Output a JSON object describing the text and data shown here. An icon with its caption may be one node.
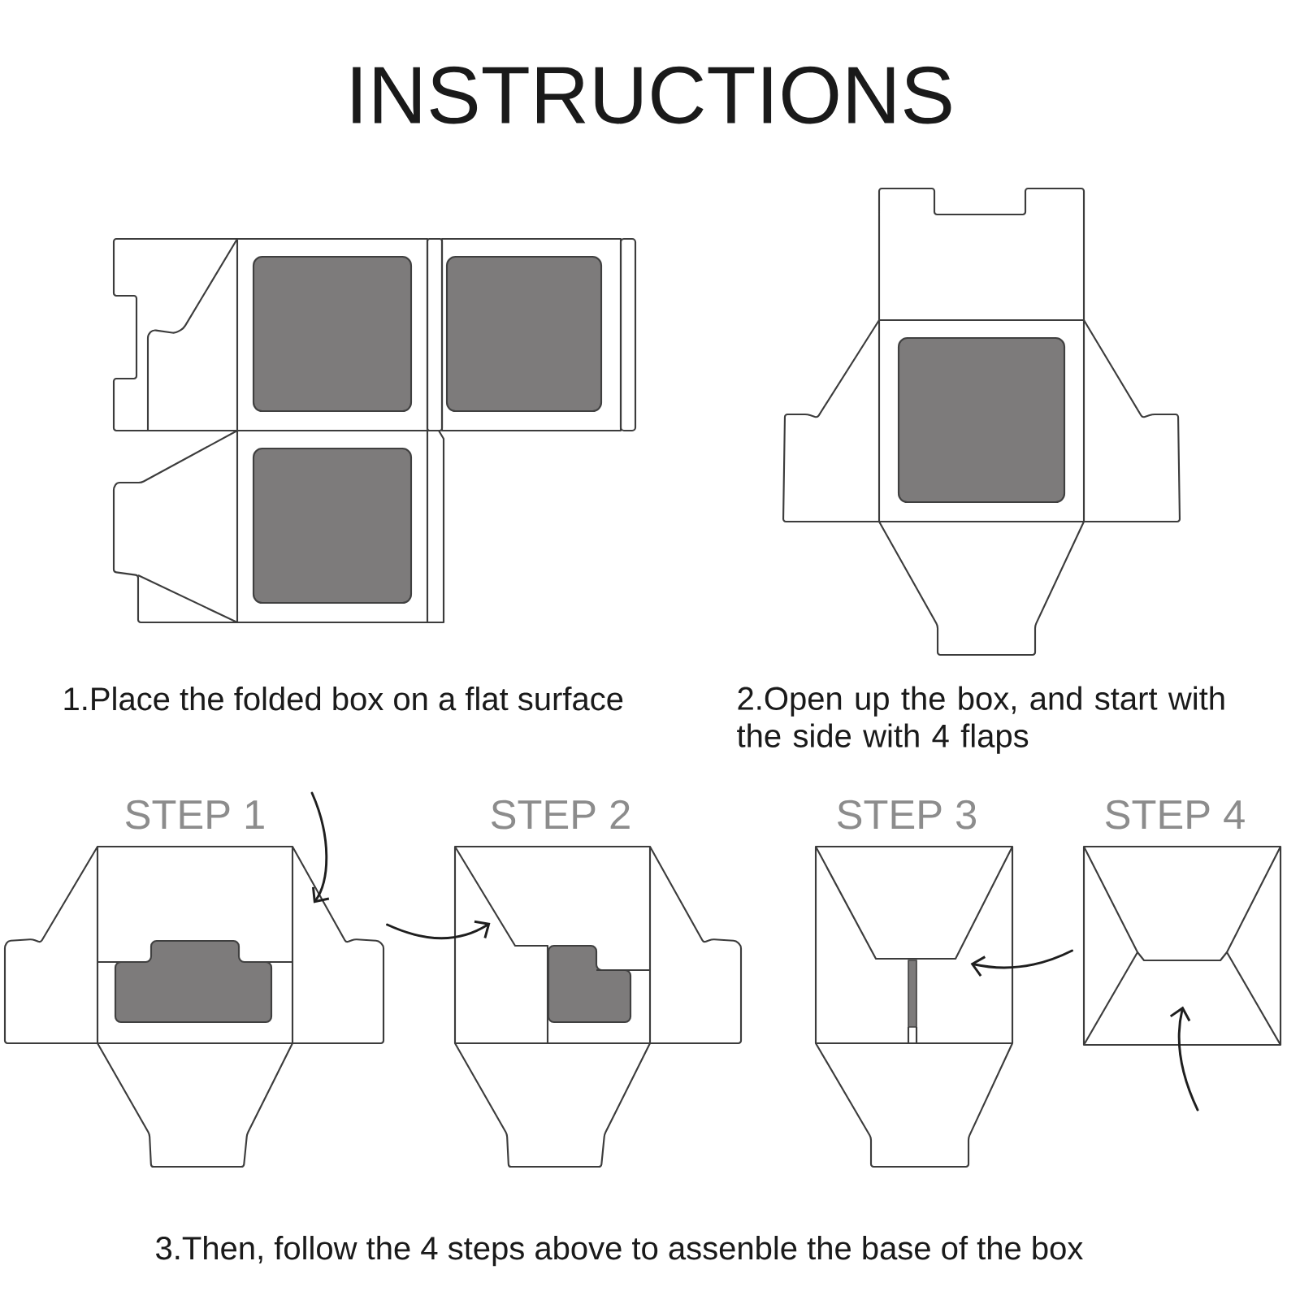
{
  "diagram": {
    "title": "INSTRUCTIONS",
    "nodes": [
      {
        "text": [],
        "shape": "picture",
        "beside": [
          "1.Place the folded box on a flat surface"
        ]
      },
      {
        "text": [],
        "shape": "picture",
        "beside": [
          "2.Open up the box, and start with the side with 4 flaps"
        ]
      },
      {
        "text": [
          "STEP 1"
        ]
      },
      {
        "text": [
          "STEP 2"
        ]
      },
      {
        "text": [
          "STEP 3"
        ]
      },
      {
        "text": [
          "STEP 4"
        ]
      }
    ],
    "edges": [
      {
        "from": null,
        "to": 2,
        "arrow": "to"
      },
      {
        "from": 2,
        "to": 3,
        "arrow": "to"
      },
      {
        "from": 5,
        "to": 4,
        "arrow": "to"
      },
      {
        "from": null,
        "to": 5,
        "arrow": "to"
      }
    ],
    "labels": [
      "3.Then, follow the 4 steps above to assenble the base of the box"
    ]
  }
}
